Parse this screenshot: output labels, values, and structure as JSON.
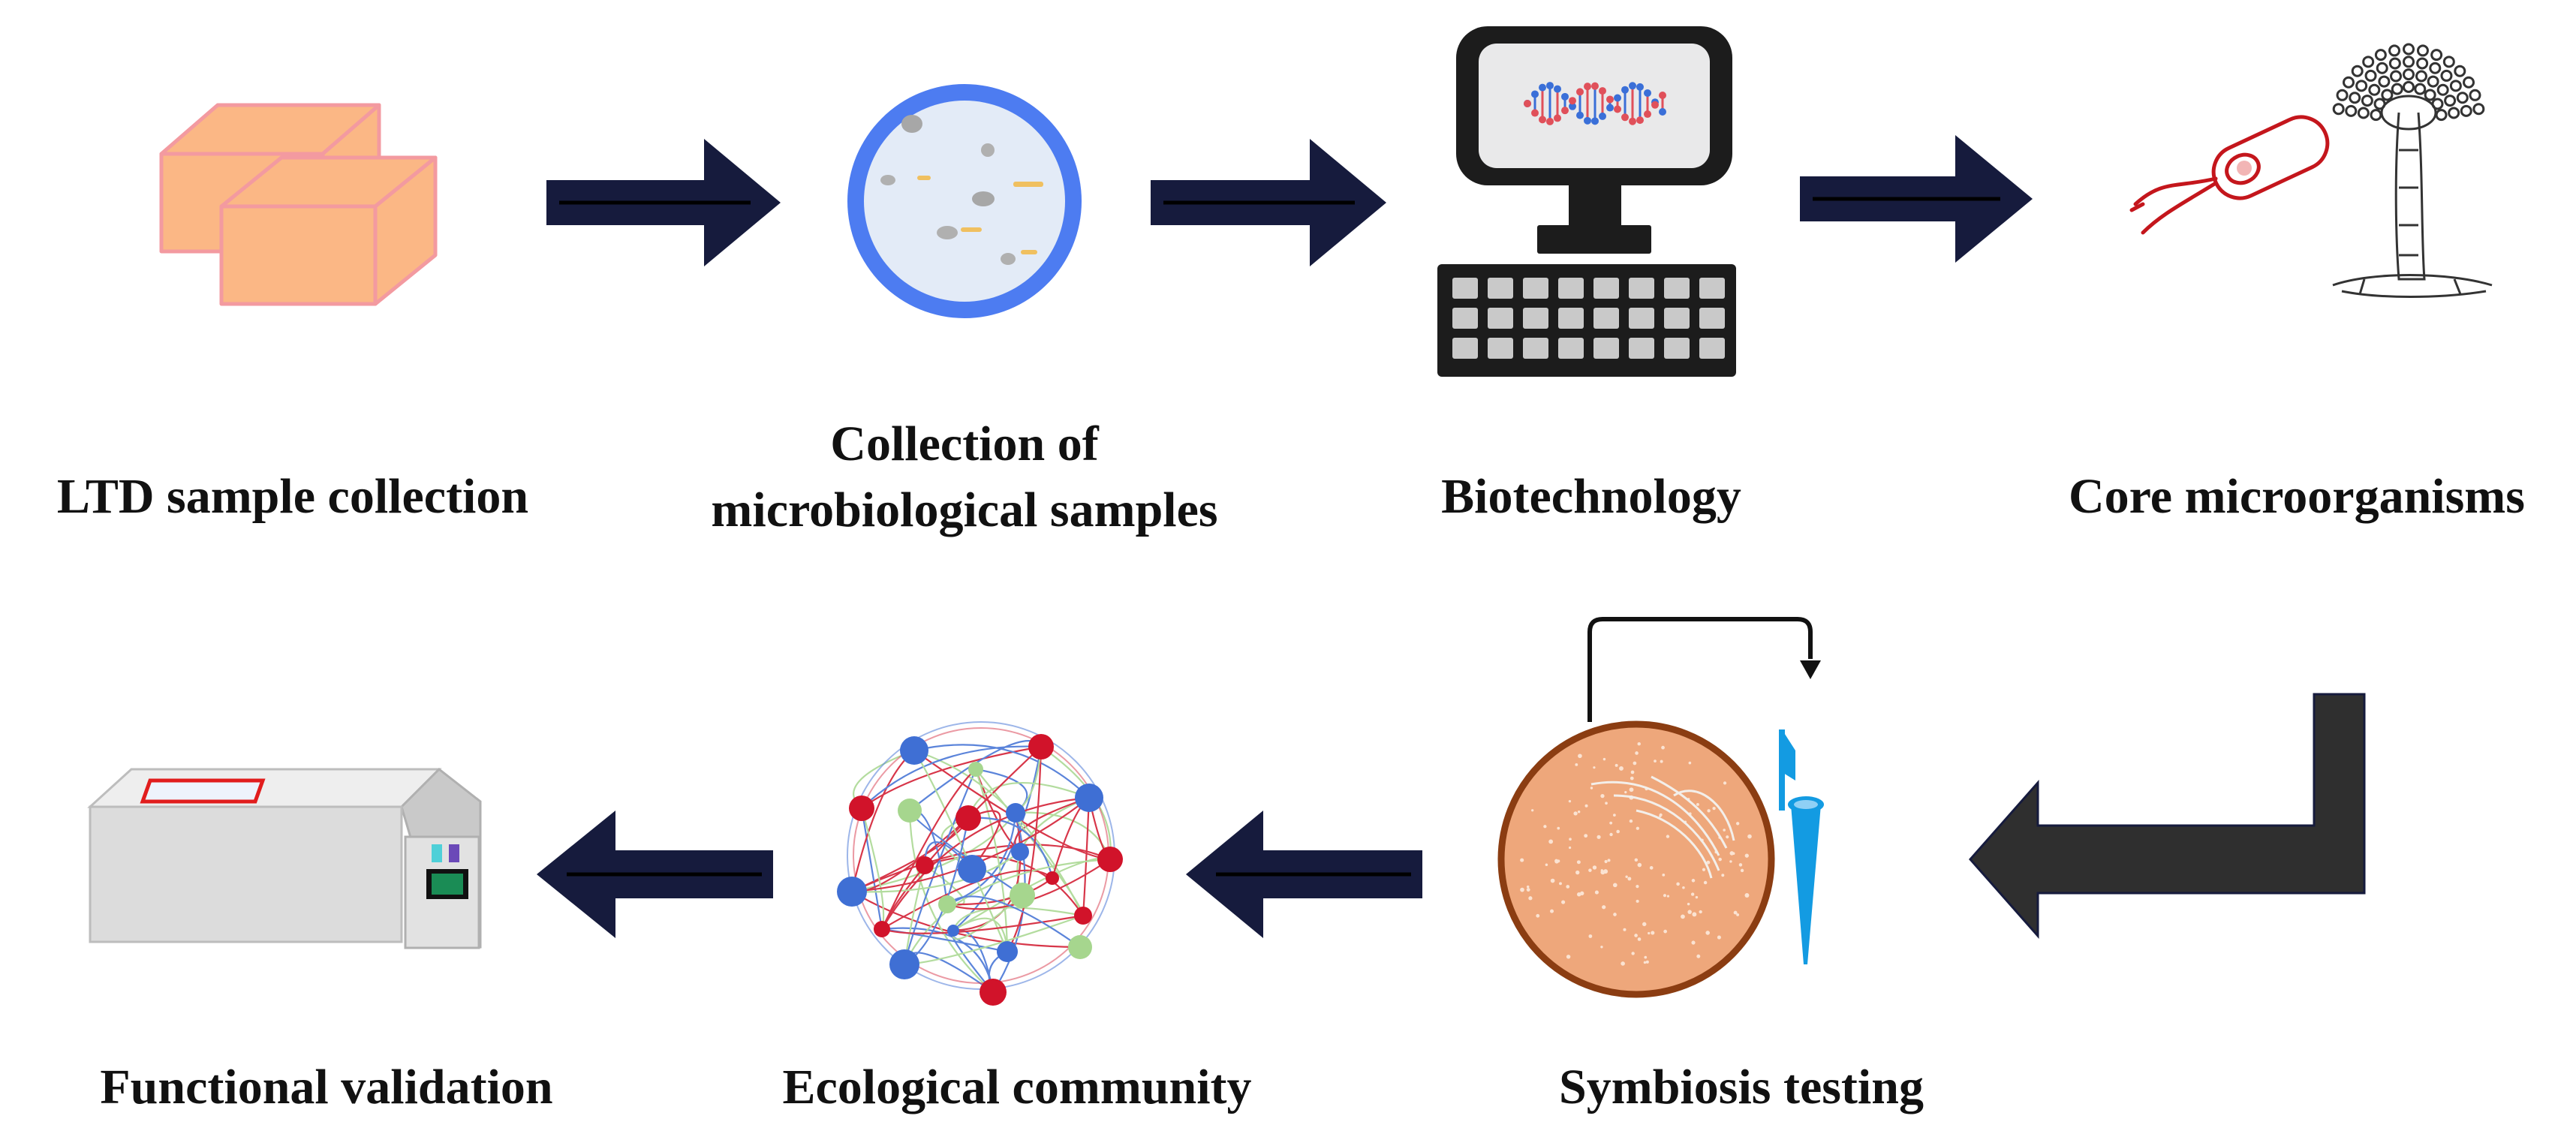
{
  "steps": {
    "s1": {
      "label": "LTD sample collection"
    },
    "s2": {
      "label_line1": "Collection of",
      "label_line2": "microbiological samples"
    },
    "s3": {
      "label": "Biotechnology"
    },
    "s4": {
      "label": "Core microorganisms"
    },
    "s5": {
      "label": "Symbiosis testing"
    },
    "s6": {
      "label": "Ecological community"
    },
    "s7": {
      "label": "Functional validation"
    }
  },
  "colors": {
    "arrow_dark": "#161b3d",
    "arrow_gray": "#2f2f2f",
    "box_fill": "#fbb785",
    "box_stroke": "#f39aa0",
    "dish_ring": "#4d7cf1",
    "dish_fill": "#e3ebf7",
    "monitor": "#1c1c1c",
    "dna_red": "#e0505a",
    "dna_blue": "#3a6fd8",
    "microbe_red": "#c4161c",
    "plate_fill": "#eea77b",
    "plate_ring": "#8b3d12",
    "pipette_blue": "#139be2",
    "network_red": "#d1132a",
    "network_blue": "#3f6fd4",
    "network_green": "#a6d68e",
    "device_fill": "#dcdcdc",
    "device_red": "#e11d1d",
    "screen_green": "#1a8c55"
  }
}
